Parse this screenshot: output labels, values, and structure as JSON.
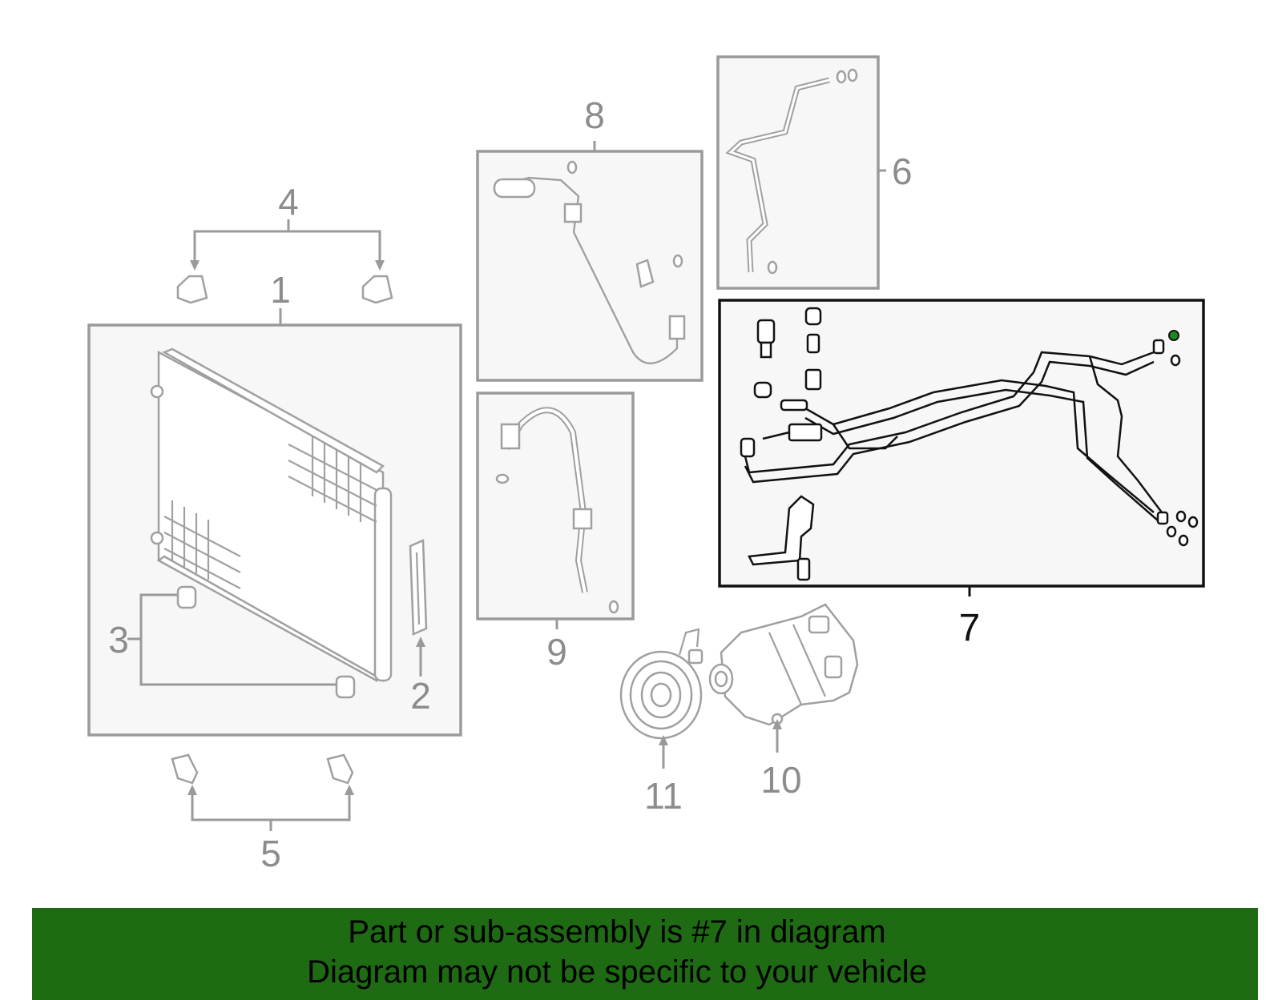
{
  "callouts": {
    "c1": "1",
    "c2": "2",
    "c3": "3",
    "c4": "4",
    "c5": "5",
    "c6": "6",
    "c7": "7",
    "c8": "8",
    "c9": "9",
    "c10": "10",
    "c11": "11"
  },
  "highlight": {
    "callout": "7",
    "box_color": "#111111",
    "marker_color": "#1e8a1e"
  },
  "banner": {
    "line1": "Part or sub-assembly is #7 in diagram",
    "line2": "Diagram may not be specific to your vehicle",
    "background": "#1e6b14"
  }
}
